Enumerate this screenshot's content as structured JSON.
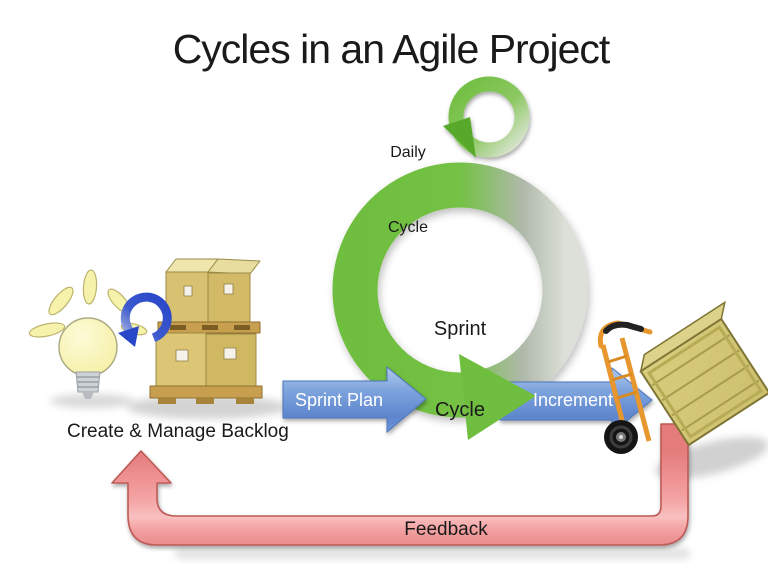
{
  "title": "Cycles in an Agile Project",
  "diagram": {
    "daily_cycle": {
      "line1": "Daily",
      "line2": "Cycle"
    },
    "sprint_cycle": {
      "line1": "Sprint",
      "line2": "Cycle"
    },
    "sprint_plan": {
      "label": "Sprint Plan"
    },
    "increment": {
      "label": "Increment"
    },
    "feedback": {
      "label": "Feedback"
    },
    "backlog": {
      "label": "Create & Manage Backlog"
    },
    "illustrations": {
      "left": "light-bulb-icon, blue-cycle-arrow-icon, stacked-boxes-pallet-icon",
      "right": "hand-truck-crate-icon",
      "center": "sprint-cycle-ring-icon, daily-cycle-ring-icon"
    }
  },
  "colors": {
    "background": "#ffffff",
    "text": "#1a1a1a",
    "cycle-green": "#6fbe3f",
    "cycle-green-dark": "#58a82c",
    "cycle-fade": "#dce0d8",
    "arrow-blue-light": "#afc9ec",
    "arrow-blue": "#7ba1dc",
    "arrow-blue-deep": "#5e86cd",
    "arrow-blue-border": "#4c74bd",
    "feedback-pink": "#f2a0a0",
    "feedback-pink-light": "#f9c0c0",
    "feedback-head": "#e47c7c",
    "feedback-border": "#bd5a55",
    "bulb-yellow": "#f6f2ac",
    "bulb-glass": "#f4ee9e",
    "box-tan": "#d8c272",
    "pallet-wood": "#c89f4f",
    "crate-olive": "#ccc06e",
    "truck-orange": "#e8962e",
    "circ-arrow-blue": "#2746c8"
  }
}
